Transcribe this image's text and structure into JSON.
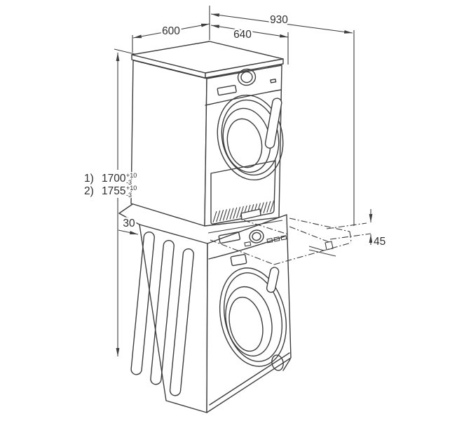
{
  "diagram": {
    "line_color": "#3d3d3d",
    "text_color": "#2e2e2e",
    "background_color": "#ffffff",
    "dims": {
      "width_top": "600",
      "depth_top": "640",
      "depth_total": "930",
      "offset_left": "30",
      "shelf_height": "45"
    },
    "height_dims": [
      {
        "index": "1)",
        "value": "1700",
        "tol_plus": "+10",
        "tol_minus": "-3"
      },
      {
        "index": "2)",
        "value": "1755",
        "tol_plus": "+10",
        "tol_minus": "-3"
      }
    ]
  }
}
